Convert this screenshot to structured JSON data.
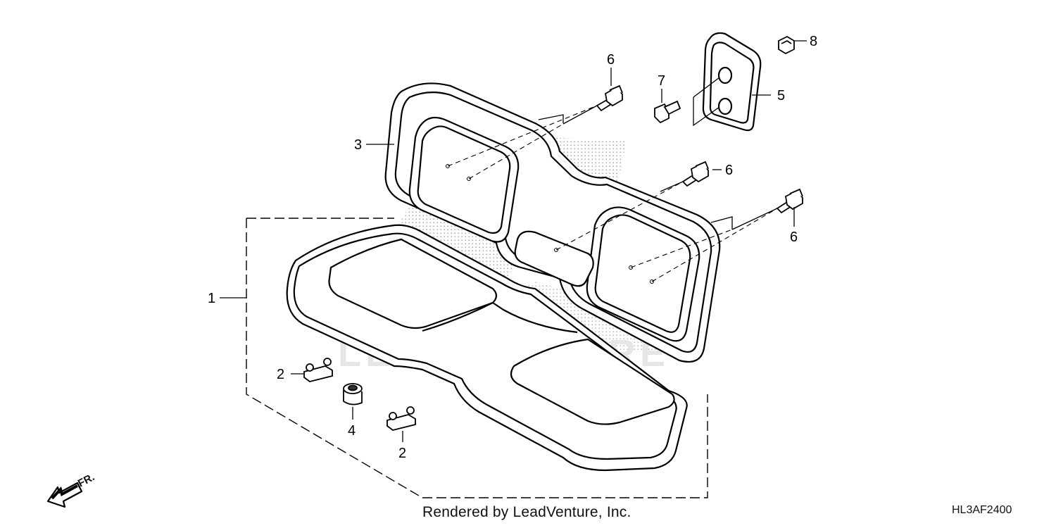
{
  "diagram": {
    "callouts": {
      "c1": "1",
      "c2a": "2",
      "c2b": "2",
      "c3": "3",
      "c4": "4",
      "c5": "5",
      "c6a": "6",
      "c6b": "6",
      "c6c": "6",
      "c7": "7",
      "c8": "8"
    },
    "direction_label": "FR.",
    "watermark_text": "LEADVENTURE",
    "footer_text": "Rendered by LeadVenture, Inc.",
    "diagram_code": "HL3AF2400"
  }
}
